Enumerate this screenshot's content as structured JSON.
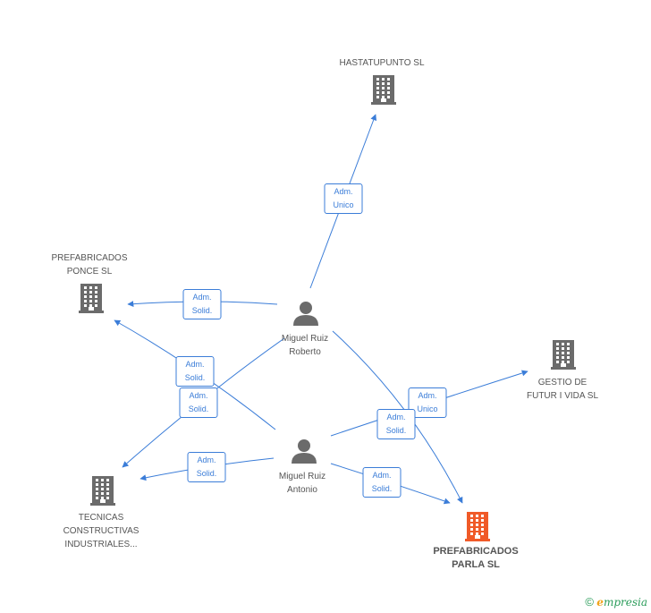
{
  "colors": {
    "edge": "#3b7dd8",
    "building": "#6b6b6b",
    "person": "#6b6b6b",
    "focus": "#f05a28"
  },
  "nodes": {
    "hastatupunto": {
      "label": "HASTATUPUNTO SL",
      "icon": "building-icon"
    },
    "ponce": {
      "label": "PREFABRICADOS\nPONCE SL",
      "icon": "building-icon"
    },
    "gestio": {
      "label": "GESTIO DE\nFUTUR I VIDA SL",
      "icon": "building-icon"
    },
    "tecnicas": {
      "label": "TECNICAS\nCONSTRUCTIVAS\nINDUSTRIALES...",
      "icon": "building-icon"
    },
    "parla": {
      "label": "PREFABRICADOS\nPARLA SL",
      "icon": "building-icon",
      "focus": true
    },
    "roberto": {
      "label": "Miguel Ruiz\nRoberto",
      "icon": "person-icon"
    },
    "antonio": {
      "label": "Miguel Ruiz\nAntonio",
      "icon": "person-icon"
    }
  },
  "edges": {
    "roberto_hastatupunto": {
      "label": "Adm.\nUnico"
    },
    "roberto_ponce": {
      "label": "Adm.\nSolid."
    },
    "antonio_ponce": {
      "label": "Adm.\nSolid."
    },
    "roberto_tecnicas": {
      "label": "Adm.\nSolid."
    },
    "antonio_tecnicas": {
      "label": "Adm.\nSolid."
    },
    "antonio_gestio": {
      "label": "Adm.\nUnico"
    },
    "roberto_parla": {
      "label": "Adm.\nSolid."
    },
    "antonio_parla": {
      "label": "Adm.\nSolid."
    }
  },
  "footer": {
    "copyright": "©",
    "brand_initial": "e",
    "brand_rest": "mpresia"
  }
}
